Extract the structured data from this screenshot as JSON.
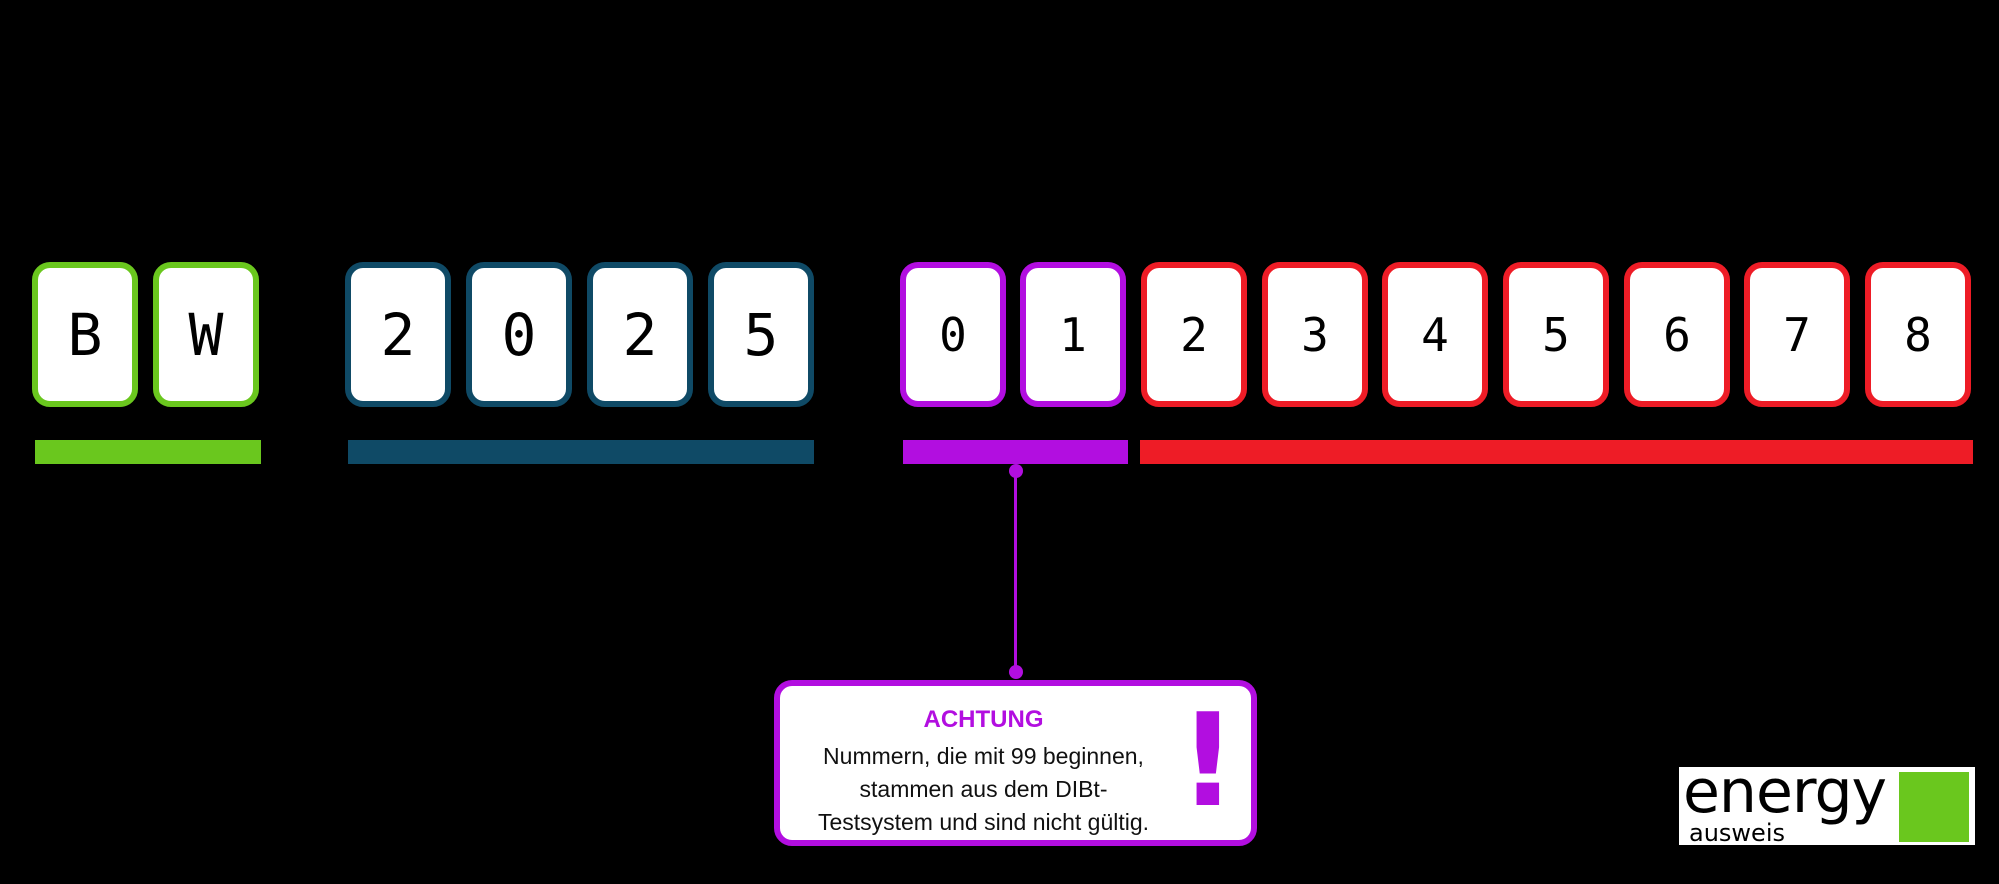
{
  "segments": {
    "state": {
      "color": "#6ac71e",
      "chars": [
        "B",
        "W"
      ]
    },
    "year": {
      "color": "#0f4a66",
      "chars": [
        "2",
        "0",
        "2",
        "5"
      ]
    },
    "prefix": {
      "color": "#b20ee0",
      "chars": [
        "0",
        "1"
      ]
    },
    "serial": {
      "color": "#ee1c26",
      "chars": [
        "2",
        "3",
        "4",
        "5",
        "6",
        "7",
        "8"
      ]
    }
  },
  "callout": {
    "title": "ACHTUNG",
    "text": "Nummern, die mit 99 beginnen,\nstammen aus dem DIBt-\nTestsystem und sind nicht gültig.",
    "icon": "exclamation-icon"
  },
  "logo": {
    "word": "energy",
    "sub": "ausweis",
    "accent": "#6ac71e"
  }
}
